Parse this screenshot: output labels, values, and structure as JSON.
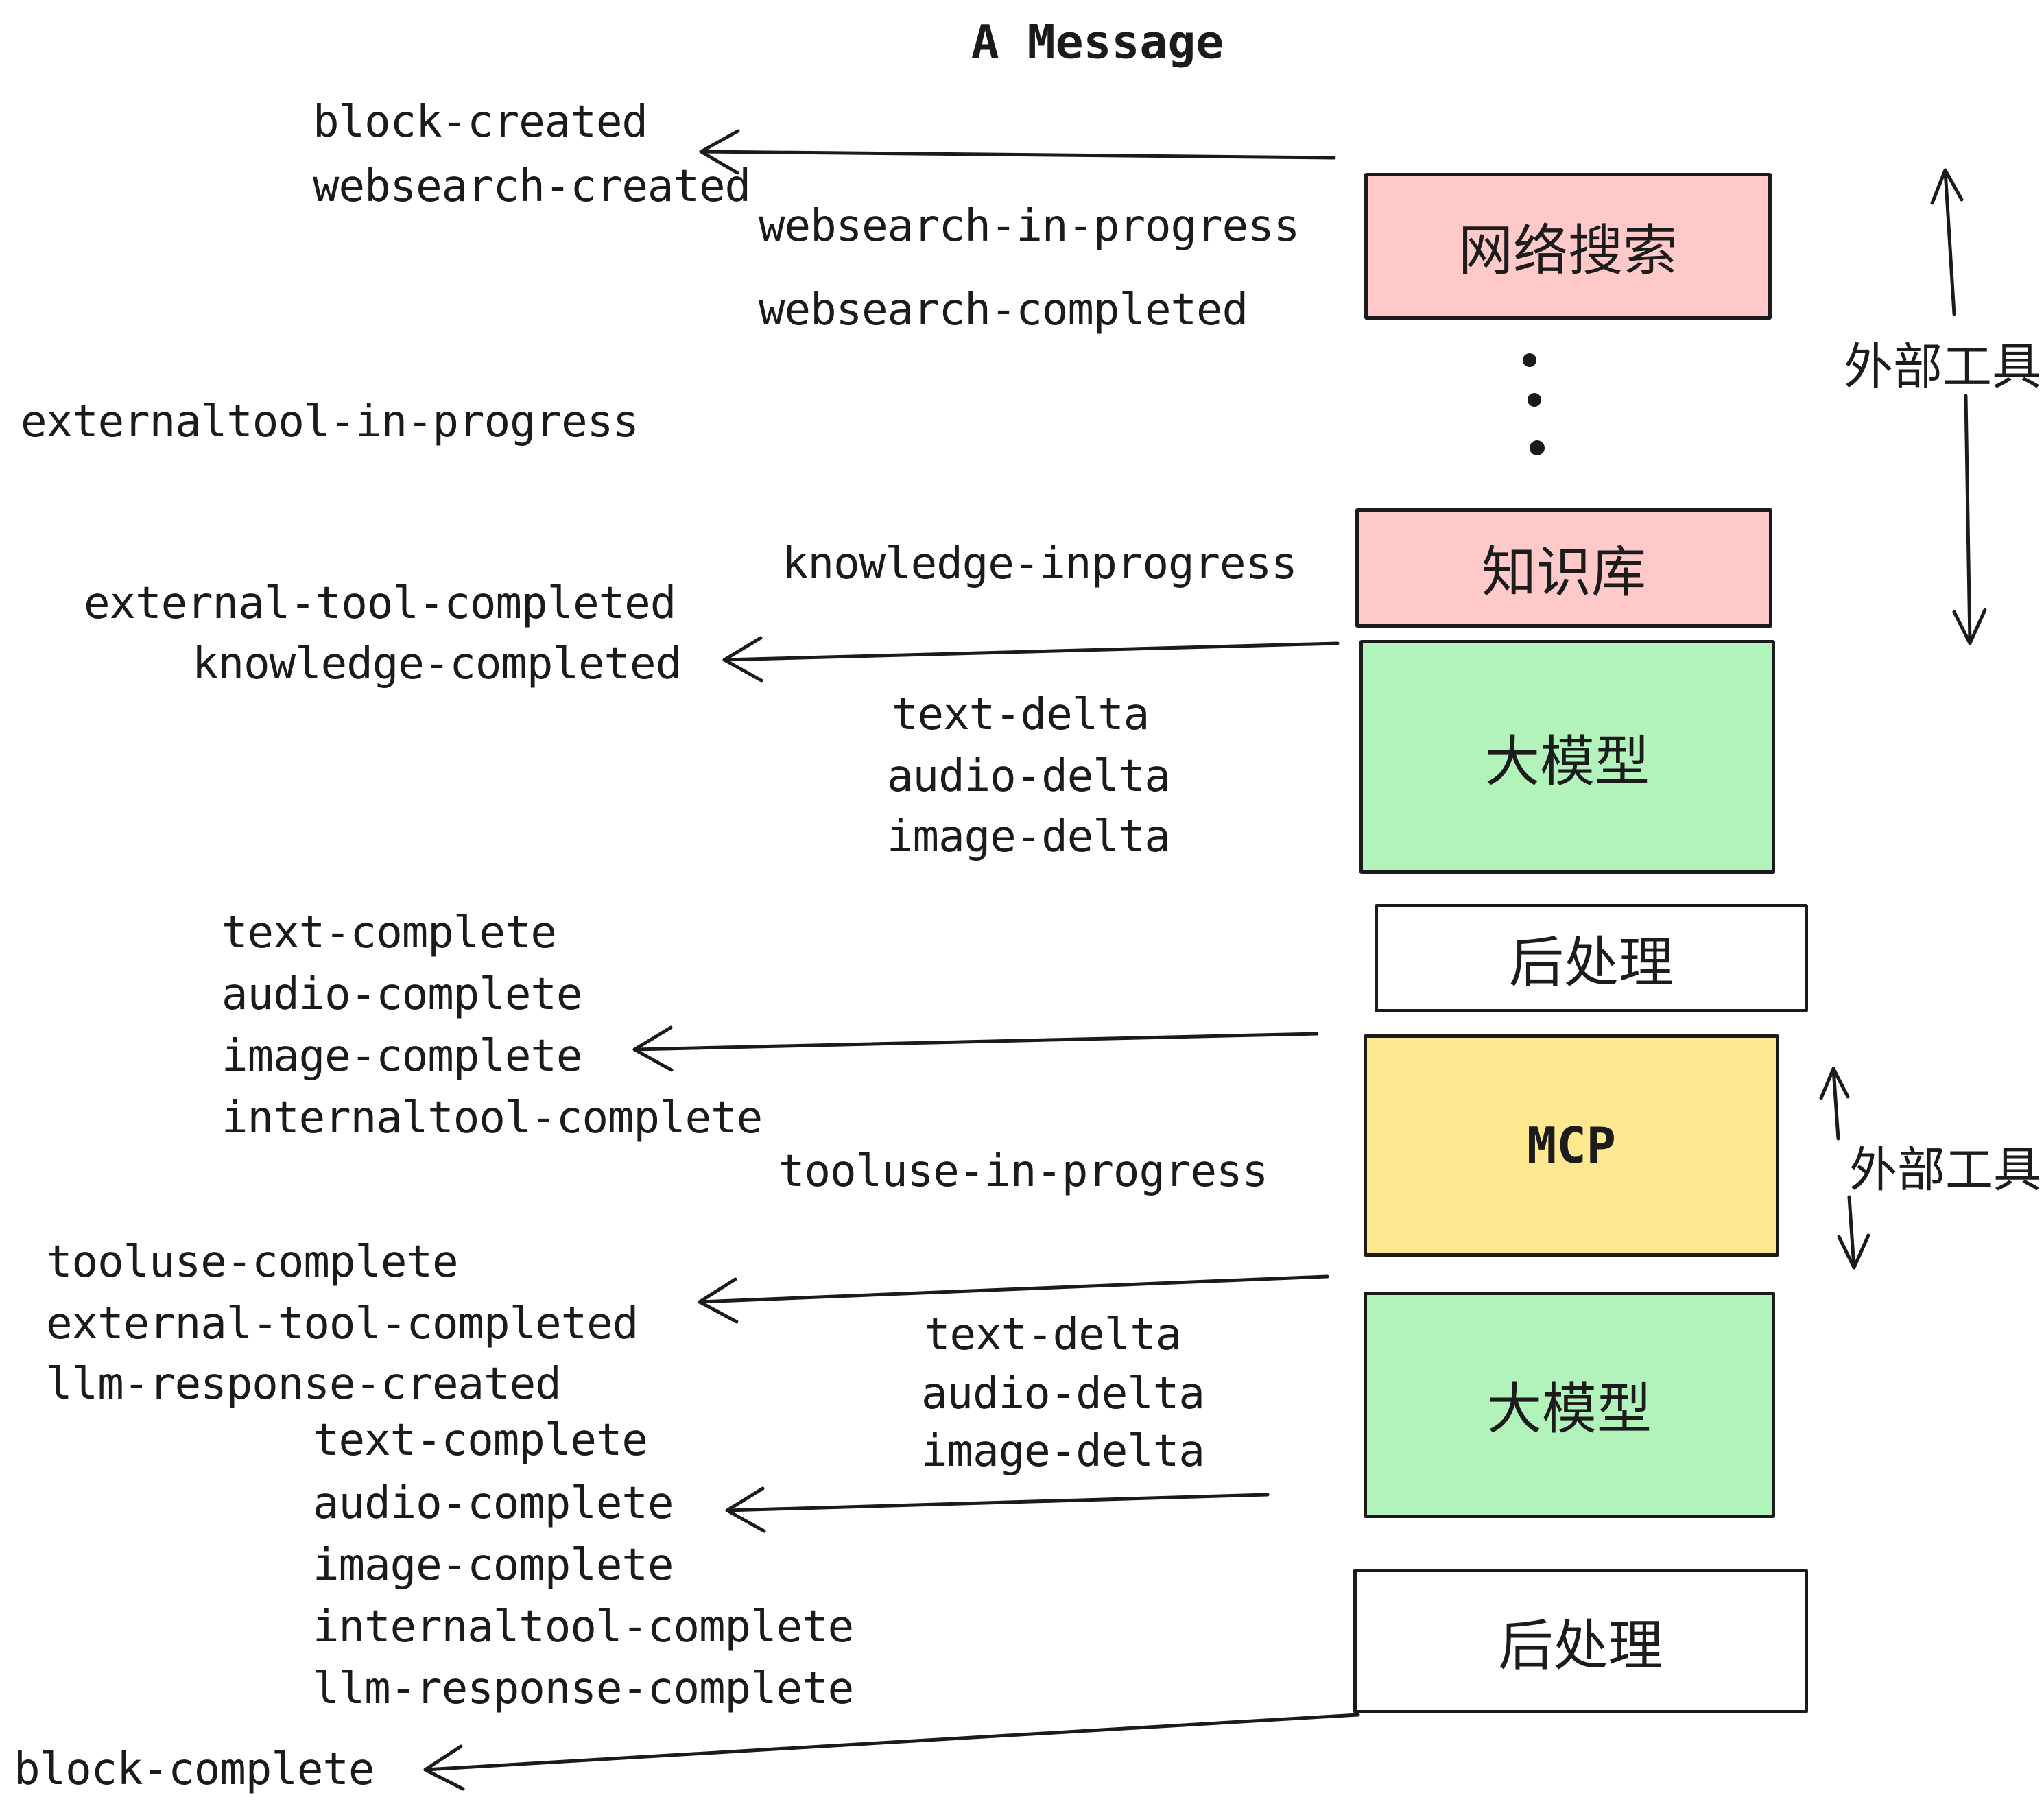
{
  "title": "A Message",
  "colors": {
    "pink": "#FFC9C9",
    "green": "#B2F2BB",
    "yellow": "#FFE88F",
    "white": "#FFFFFF",
    "stroke": "#1B1B1B",
    "background": "#FFFFFF"
  },
  "boxes": [
    {
      "id": "websearch",
      "label": "网络搜索",
      "color": "#FFC9C9"
    },
    {
      "id": "knowledge",
      "label": "知识库",
      "color": "#FFC9C9"
    },
    {
      "id": "llm-1",
      "label": "大模型",
      "color": "#B2F2BB"
    },
    {
      "id": "postprocess-1",
      "label": "后处理",
      "color": "#FFFFFF"
    },
    {
      "id": "mcp",
      "label": "MCP",
      "color": "#FFE88F"
    },
    {
      "id": "llm-2",
      "label": "大模型",
      "color": "#B2F2BB"
    },
    {
      "id": "postprocess-2",
      "label": "后处理",
      "color": "#FFFFFF"
    }
  ],
  "side_labels": [
    {
      "id": "external-tools-top",
      "text": "外部工具"
    },
    {
      "id": "external-tools-mcp",
      "text": "外部工具"
    }
  ],
  "events": [
    {
      "text": "block-created"
    },
    {
      "text": "websearch-created"
    },
    {
      "text": "websearch-in-progress"
    },
    {
      "text": "websearch-completed"
    },
    {
      "text": "externaltool-in-progress"
    },
    {
      "text": "knowledge-inprogress"
    },
    {
      "text": "external-tool-completed"
    },
    {
      "text": "knowledge-completed"
    },
    {
      "text": "text-delta"
    },
    {
      "text": "audio-delta"
    },
    {
      "text": "image-delta"
    },
    {
      "text": "text-complete"
    },
    {
      "text": "audio-complete"
    },
    {
      "text": "image-complete"
    },
    {
      "text": "internaltool-complete"
    },
    {
      "text": "tooluse-in-progress"
    },
    {
      "text": "tooluse-complete"
    },
    {
      "text": "external-tool-completed"
    },
    {
      "text": "llm-response-created"
    },
    {
      "text": "text-complete"
    },
    {
      "text": "audio-complete"
    },
    {
      "text": "image-complete"
    },
    {
      "text": "internaltool-complete"
    },
    {
      "text": "llm-response-complete"
    },
    {
      "text": "block-complete"
    }
  ]
}
